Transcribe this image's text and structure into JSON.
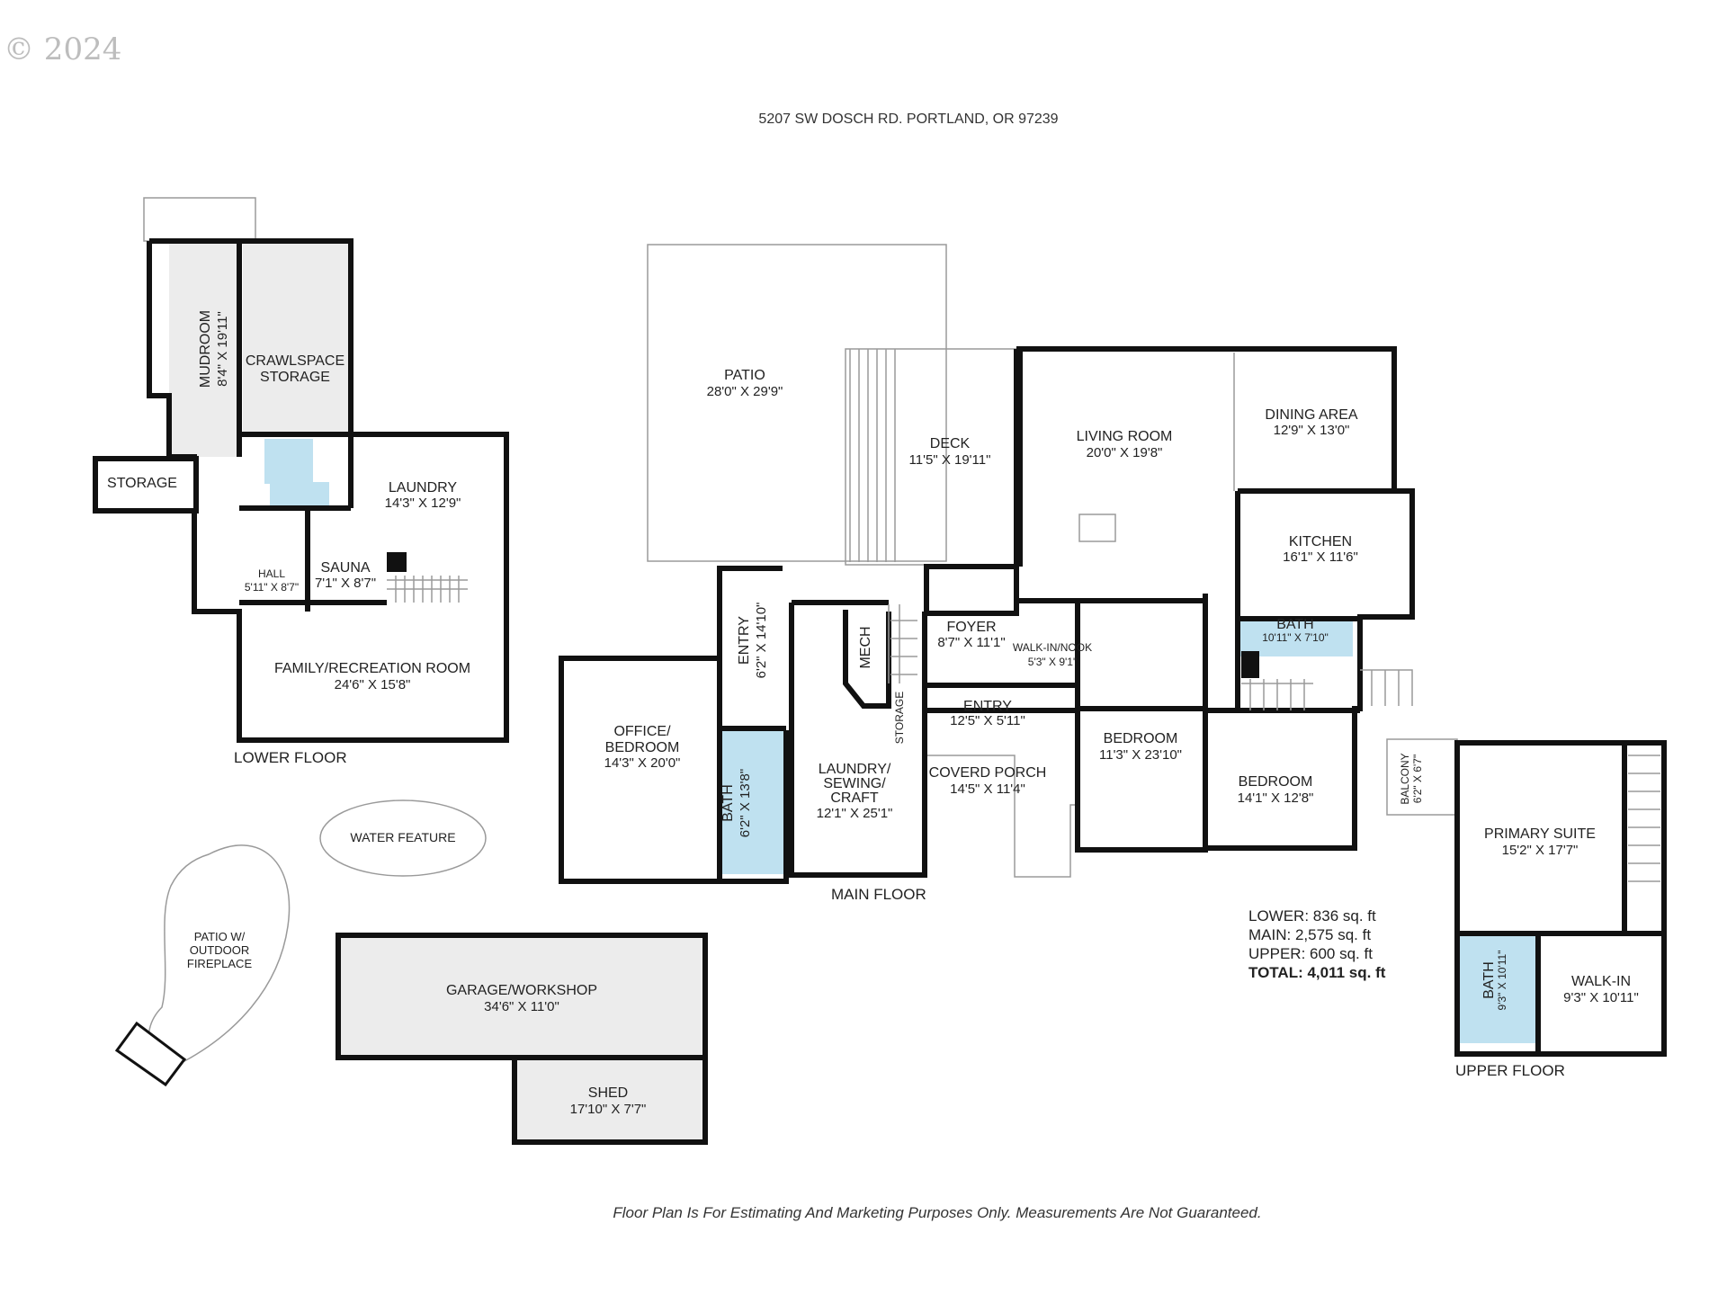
{
  "copyright": "© 2024",
  "address": "5207 SW DOSCH RD. PORTLAND, OR 97239",
  "disclaimer": "Floor Plan Is For Estimating And Marketing Purposes Only. Measurements Are Not Guaranteed.",
  "floors": {
    "lower": "LOWER FLOOR",
    "main": "MAIN FLOOR",
    "upper": "UPPER FLOOR"
  },
  "areas": {
    "lower": "LOWER: 836 sq. ft",
    "main": "MAIN: 2,575 sq. ft",
    "upper": "UPPER: 600 sq. ft",
    "total": "TOTAL: 4,011 sq. ft"
  },
  "rooms": {
    "mudroom": {
      "name": "MUDROOM",
      "dim": "8'4\" X 19'11\""
    },
    "crawlspace": {
      "name": "CRAWLSPACE",
      "name2": "STORAGE"
    },
    "storage_lower": {
      "name": "STORAGE"
    },
    "laundry_lower": {
      "name": "LAUNDRY",
      "dim": "14'3\" X 12'9\""
    },
    "hall": {
      "name": "HALL",
      "dim": "5'11\" X 8'7\""
    },
    "sauna": {
      "name": "SAUNA",
      "dim": "7'1\" X 8'7\""
    },
    "family": {
      "name": "FAMILY/RECREATION ROOM",
      "dim": "24'6\" X 15'8\""
    },
    "patio": {
      "name": "PATIO",
      "dim": "28'0\" X 29'9\""
    },
    "deck": {
      "name": "DECK",
      "dim": "11'5\" X 19'11\""
    },
    "living": {
      "name": "LIVING ROOM",
      "dim": "20'0\" X 19'8\""
    },
    "dining": {
      "name": "DINING AREA",
      "dim": "12'9\" X 13'0\""
    },
    "kitchen": {
      "name": "KITCHEN",
      "dim": "16'1\" X 11'6\""
    },
    "entry_main": {
      "name": "ENTRY",
      "dim": "6'2\" X 14'10\""
    },
    "mech": {
      "name": "MECH"
    },
    "foyer": {
      "name": "FOYER",
      "dim": "8'7\" X 11'1\""
    },
    "walkin_nook": {
      "name": "WALK-IN/NOOK",
      "dim": "5'3\" X 9'1\""
    },
    "bath_main_top": {
      "name": "BATH",
      "dim": "10'11\" X 7'10\""
    },
    "storage_main": {
      "name": "STORAGE"
    },
    "entry_small": {
      "name": "ENTRY",
      "dim": "12'5\" X 5'11\""
    },
    "office": {
      "name": "OFFICE/",
      "name2": "BEDROOM",
      "dim": "14'3\" X 20'0\""
    },
    "bath_main_left": {
      "name": "BATH",
      "dim": "6'2\" X 13'8\""
    },
    "laundry_main": {
      "name": "LAUNDRY/",
      "name2": "SEWING/",
      "name3": "CRAFT",
      "dim": "12'1\" X 25'1\""
    },
    "porch": {
      "name": "COVERD PORCH",
      "dim": "14'5\" X 11'4\""
    },
    "bedroom1": {
      "name": "BEDROOM",
      "dim": "11'3\" X 23'10\""
    },
    "bedroom2": {
      "name": "BEDROOM",
      "dim": "14'1\" X 12'8\""
    },
    "water": {
      "name": "WATER FEATURE"
    },
    "patio_fire": {
      "name": "PATIO W/",
      "name2": "OUTDOOR",
      "name3": "FIREPLACE"
    },
    "garage": {
      "name": "GARAGE/WORKSHOP",
      "dim": "34'6\" X 11'0\""
    },
    "shed": {
      "name": "SHED",
      "dim": "17'10\" X 7'7\""
    },
    "balcony": {
      "name": "BALCONY",
      "dim": "6'2\" X 6'7\""
    },
    "primary": {
      "name": "PRIMARY SUITE",
      "dim": "15'2\" X 17'7\""
    },
    "bath_upper": {
      "name": "BATH",
      "dim": "9'3\" X 10'11\""
    },
    "walkin_upper": {
      "name": "WALK-IN",
      "dim": "9'3\" X 10'11\""
    }
  },
  "colors": {
    "wall": "#111111",
    "room_gray": "#ececec",
    "bath_blue": "#bfe1f0"
  }
}
